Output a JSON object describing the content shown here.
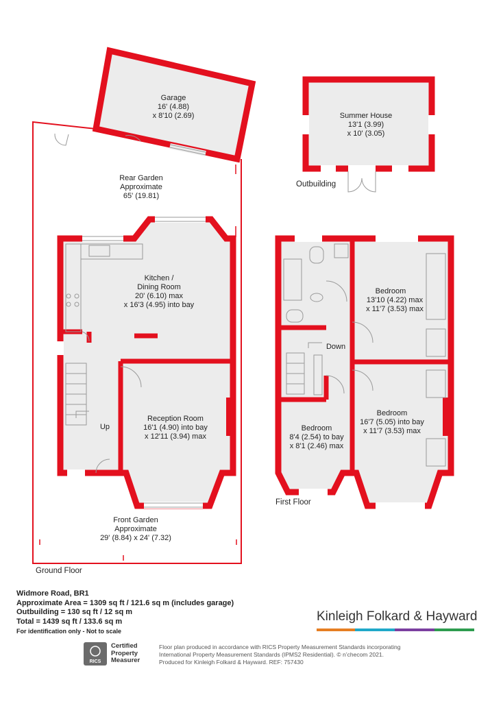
{
  "colors": {
    "wall": "#e3101e",
    "room_fill": "#ececec",
    "text": "#222222",
    "brand_bars": [
      "#e67e22",
      "#1fa8c9",
      "#7b3fa0",
      "#2e9c4f"
    ]
  },
  "garage": {
    "name": "Garage",
    "dim1": "16' (4.88)",
    "dim2": "x 8'10 (2.69)"
  },
  "summer_house": {
    "name": "Summer House",
    "dim1": "13'1 (3.99)",
    "dim2": "x 10' (3.05)"
  },
  "outbuilding_label": "Outbuilding",
  "rear_garden": {
    "line1": "Rear Garden",
    "line2": "Approximate",
    "line3": "65' (19.81)"
  },
  "kitchen": {
    "line1": "Kitchen /",
    "line2": "Dining Room",
    "line3": "20' (6.10) max",
    "line4": "x 16'3 (4.95) into bay"
  },
  "reception": {
    "line1": "Reception Room",
    "line2": "16'1 (4.90) into bay",
    "line3": "x 12'11 (3.94)  max"
  },
  "up_label": "Up",
  "front_garden": {
    "line1": "Front Garden",
    "line2": "Approximate",
    "line3": "29' (8.84) x 24' (7.32)"
  },
  "ground_floor_label": "Ground Floor",
  "bedroom1": {
    "name": "Bedroom",
    "dim1": "13'10 (4.22) max",
    "dim2": "x 11'7 (3.53) max"
  },
  "bedroom2": {
    "name": "Bedroom",
    "dim1": "16'7 (5.05) into bay",
    "dim2": "x 11'7 (3.53) max"
  },
  "bedroom3": {
    "name": "Bedroom",
    "dim1": "8'4 (2.54) to bay",
    "dim2": "x 8'1 (2.46) max"
  },
  "down_label": "Down",
  "first_floor_label": "First Floor",
  "info": {
    "address": "Widmore Road, BR1",
    "area": "Approximate Area = 1309 sq ft / 121.6 sq m (includes garage)",
    "outbuilding": "Outbuilding = 130 sq ft / 12 sq m",
    "total": "Total = 1439 sq ft / 133.6 sq m",
    "disclaimer": "For identification only - Not to scale"
  },
  "brand": {
    "name": "Kinleigh Folkard & Hayward"
  },
  "rics": {
    "logo_text": "RICS",
    "line1": "Certified",
    "line2": "Property",
    "line3": "Measurer"
  },
  "footer_note": {
    "line1": "Floor plan produced in accordance with RICS Property Measurement Standards incorporating",
    "line2": "International Property Measurement Standards (IPMS2 Residential).  © n’checom 2021.",
    "line3": "Produced for Kinleigh Folkard & Hayward.   REF: 757430"
  }
}
